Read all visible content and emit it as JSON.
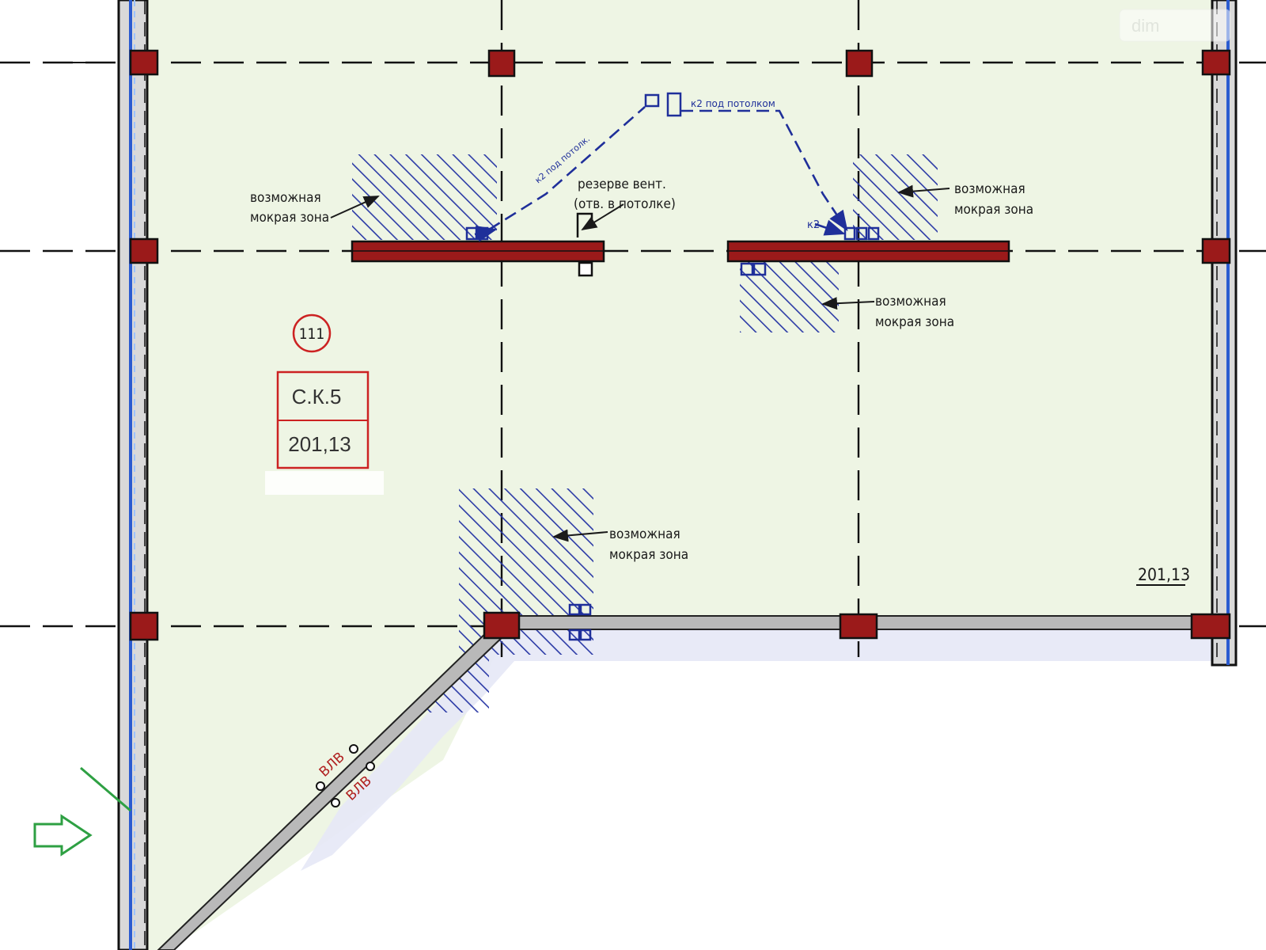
{
  "plan": {
    "room_number": "111",
    "room_tag": {
      "code": "С.К.5",
      "level": "201,13"
    },
    "level_mark": "201,13",
    "wet_zone_label_line1": "возможная",
    "wet_zone_label_line2": "мокрая зона",
    "vent_reserve_line1": "резерве вент.",
    "vent_reserve_line2": "(отв. в потолке)",
    "pipe_label_k2": "к2",
    "pipe_label_k2_ceiling": "к2 под потолком",
    "pipe_label_diagonal": "к2 под потолк.",
    "wall_marks": [
      "ВЛВ",
      "ВЛВ"
    ],
    "watermark": "dim"
  },
  "colors": {
    "floor": "#eef5e4",
    "column": "#9b1a1a",
    "wall": "#b9b9b9",
    "hatch": "#2b3aa6",
    "pipe": "#1f2f9a",
    "tag": "#cc2222",
    "entrance": "#2ea043"
  },
  "icons": {
    "entrance": "arrow-right-icon",
    "pointer": "arrow-left-icon"
  }
}
